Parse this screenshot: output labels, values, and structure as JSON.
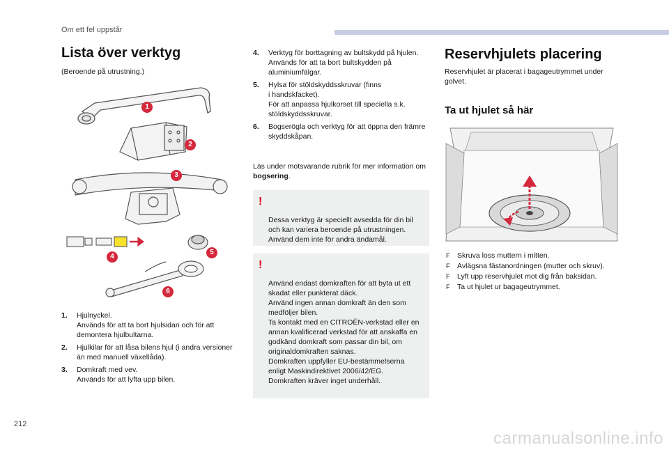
{
  "header": {
    "section": "Om ett fel uppstår"
  },
  "page_number": "212",
  "watermark": "carmanualsonline.info",
  "left": {
    "title": "Lista över verktyg",
    "subtitle": "(Beroende på utrustning.)",
    "badges": [
      "1",
      "2",
      "3",
      "4",
      "5",
      "6"
    ],
    "items": [
      {
        "num": "1.",
        "title": "Hjulnyckel.",
        "desc": "Används för att ta bort hjulsidan och för att demontera hjulbultarna."
      },
      {
        "num": "2.",
        "title": "Hjulkilar för att låsa bilens hjul (i andra versioner än med manuell växellåda).",
        "desc": ""
      },
      {
        "num": "3.",
        "title": "Domkraft med vev.",
        "desc": "Används för att lyfta upp bilen."
      }
    ]
  },
  "middle": {
    "items": [
      {
        "num": "4.",
        "title": "Verktyg för borttagning av bultskydd på hjulen.",
        "desc": "Används för att ta bort bultskydden på aluminiumfälgar."
      },
      {
        "num": "5.",
        "title": "Hylsa för stöldskyddsskruvar (finns\ni handskfacket).",
        "desc": "För att anpassa hjulkorset till speciella s.k. stöldskyddsskruvar."
      },
      {
        "num": "6.",
        "title": "Bogserögla och verktyg för att öppna den främre skyddskåpan.",
        "desc": ""
      }
    ],
    "note_prefix": "Läs under motsvarande rubrik för mer information om ",
    "note_bold": "bogsering",
    "note_suffix": ".",
    "warning1": "Dessa verktyg är speciellt avsedda för din bil och kan variera beroende på utrustningen.\nAnvänd dem inte för andra ändamål.",
    "warning2": "Använd endast domkraften för att byta ut ett skadat eller punkterat däck.\nAnvänd ingen annan domkraft än den som medföljer bilen.\nTa kontakt med en CITROËN-verkstad eller en annan kvalificerad verkstad för att anskaffa en godkänd domkraft som passar din bil, om originaldomkraften saknas.\nDomkraften uppfyller EU-bestämmelserna enligt Maskindirektivet 2006/42/EG.\nDomkraften kräver inget underhåll."
  },
  "right": {
    "title": "Reservhjulets placering",
    "intro": "Reservhjulet är placerat i bagageutrymmet under golvet.",
    "subtitle": "Ta ut hjulet så här",
    "marker": "F",
    "steps": [
      "Skruva loss muttern i mitten.",
      "Avlägsna fästanordningen (mutter och skruv).",
      "Lyft upp reservhjulet mot dig från baksidan.",
      "Ta ut hjulet ur bagageutrymmet."
    ]
  },
  "colors": {
    "accent_red": "#d4283c",
    "warning_bg": "#eeefef",
    "header_bar": "#c8cde3"
  }
}
